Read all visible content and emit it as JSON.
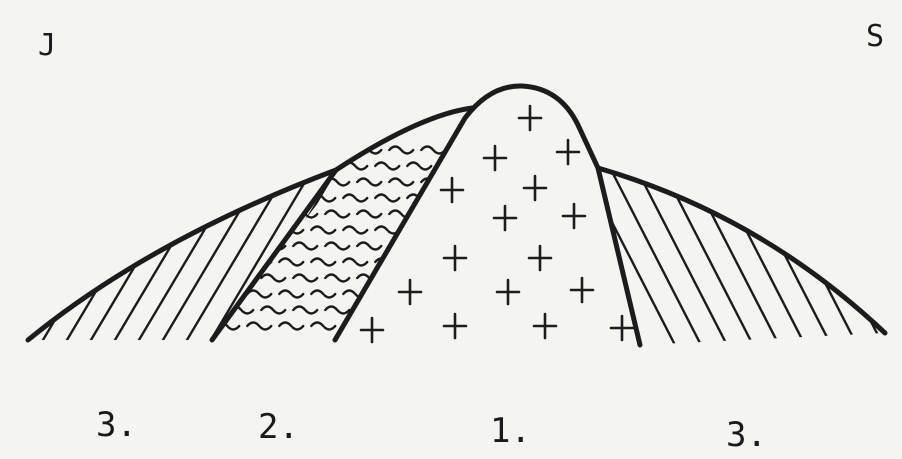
{
  "corners": {
    "left": "J",
    "right": "S"
  },
  "units": [
    {
      "label": "3.",
      "pattern": "diagonal-hatch"
    },
    {
      "label": "2.",
      "pattern": "wavy-lines"
    },
    {
      "label": "1.",
      "pattern": "plus-signs"
    },
    {
      "label": "3.",
      "pattern": "diagonal-hatch"
    }
  ],
  "colors": {
    "paper": "#f4f4f2",
    "ink": "#1c1c1c"
  }
}
